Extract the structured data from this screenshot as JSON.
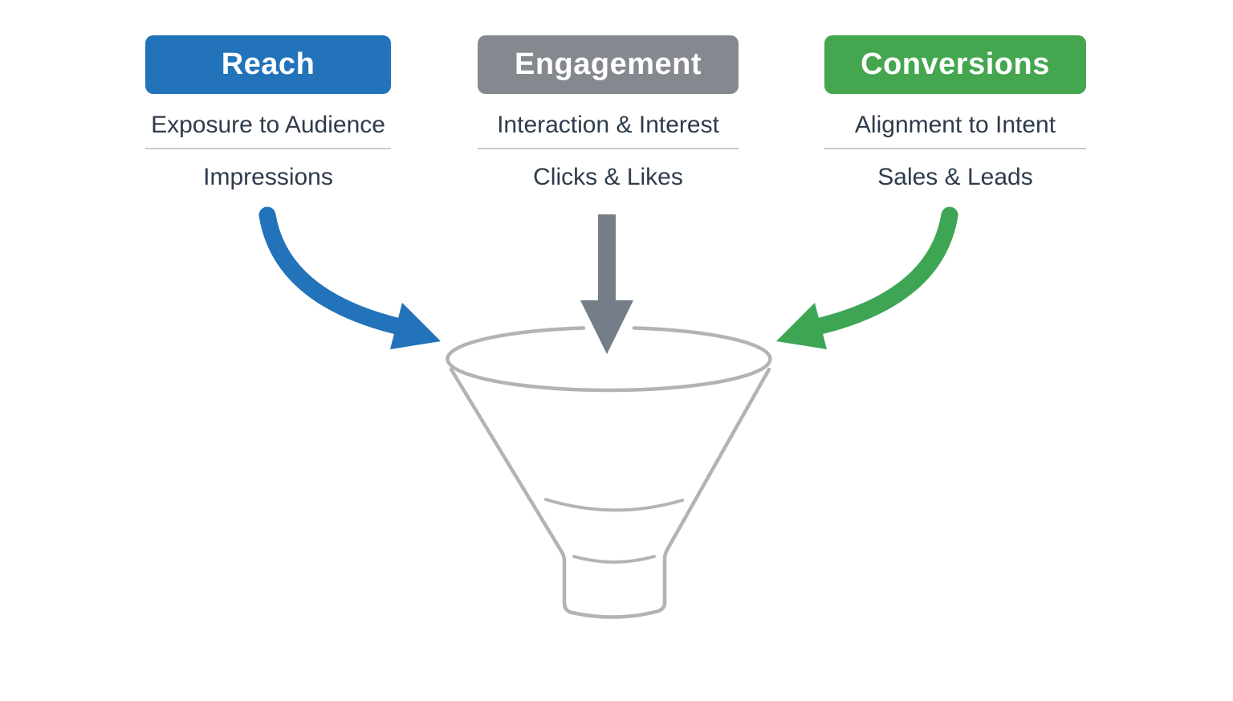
{
  "diagram": {
    "title": "marketing-funnel-diagram",
    "background_color": "#ffffff",
    "text_color": "#2e3b4b",
    "divider_color": "#c9cacc",
    "funnel_stroke_color": "#b3b3b6"
  },
  "columns": [
    {
      "id": "reach",
      "label": "Reach",
      "box_color": "#2273b9",
      "subtitle": "Exposure to Audience",
      "metric": "Impressions",
      "arrow_color": "#2273b9"
    },
    {
      "id": "engagement",
      "label": "Engagement",
      "box_color": "#85898f",
      "subtitle": "Interaction & Interest",
      "metric": "Clicks & Likes",
      "arrow_color": "#757d89"
    },
    {
      "id": "conversions",
      "label": "Conversions",
      "box_color": "#44a64f",
      "subtitle": "Alignment to Intent",
      "metric": "Sales & Leads",
      "arrow_color": "#3ea554"
    }
  ]
}
